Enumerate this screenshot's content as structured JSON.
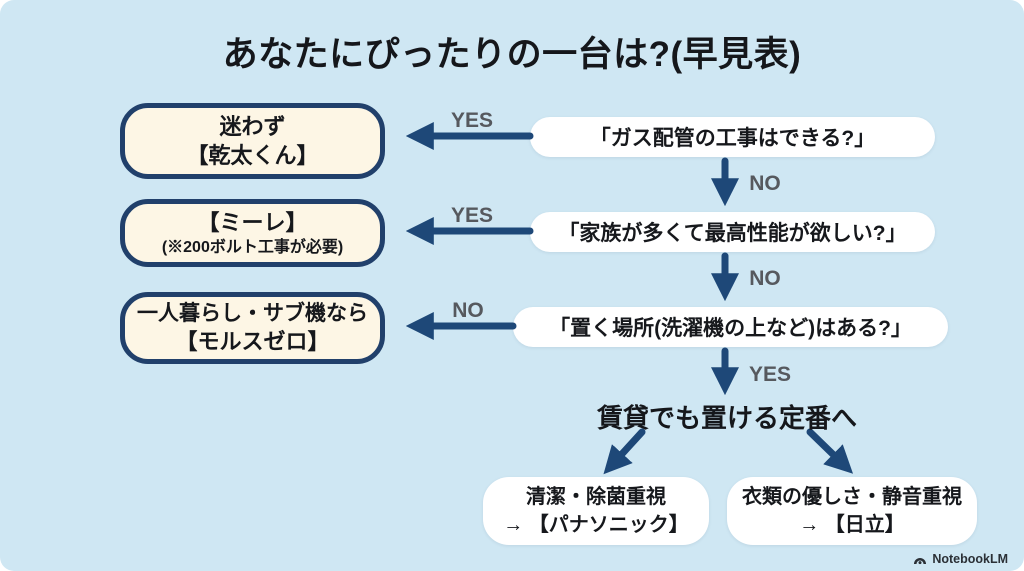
{
  "title": "あなたにぴったりの一台は?(早見表)",
  "colors": {
    "background": "#cfe7f3",
    "arrow_navy": "#1e4878",
    "box_border_navy": "#21406b",
    "result_box_cream": "#fdf6e5",
    "question_pill_white": "#ffffff",
    "branch_label_gray": "#56595e",
    "text_dark": "#15171b"
  },
  "results": [
    {
      "line1": "迷わず",
      "line2": "【乾太くん】"
    },
    {
      "line1": "【ミーレ】",
      "line2": "(※200ボルト工事が必要)"
    },
    {
      "line1": "一人暮らし・サブ機なら",
      "line2": "【モルスゼロ】"
    }
  ],
  "questions": [
    {
      "text": "「ガス配管の工事はできる?」",
      "to_result_label": "YES",
      "down_label": "NO"
    },
    {
      "text": "「家族が多くて最高性能が欲しい?」",
      "to_result_label": "YES",
      "down_label": "NO"
    },
    {
      "text": "「置く場所(洗濯機の上など)はある?」",
      "to_result_label": "NO",
      "down_label": "YES"
    }
  ],
  "fallback": {
    "heading": "賃貸でも置ける定番へ",
    "options": [
      {
        "line1": "清潔・除菌重視",
        "line2": "→ 【パナソニック】"
      },
      {
        "line1": "衣類の優しさ・静音重視",
        "line2": "→ 【日立】"
      }
    ]
  },
  "watermark": "NotebookLM"
}
